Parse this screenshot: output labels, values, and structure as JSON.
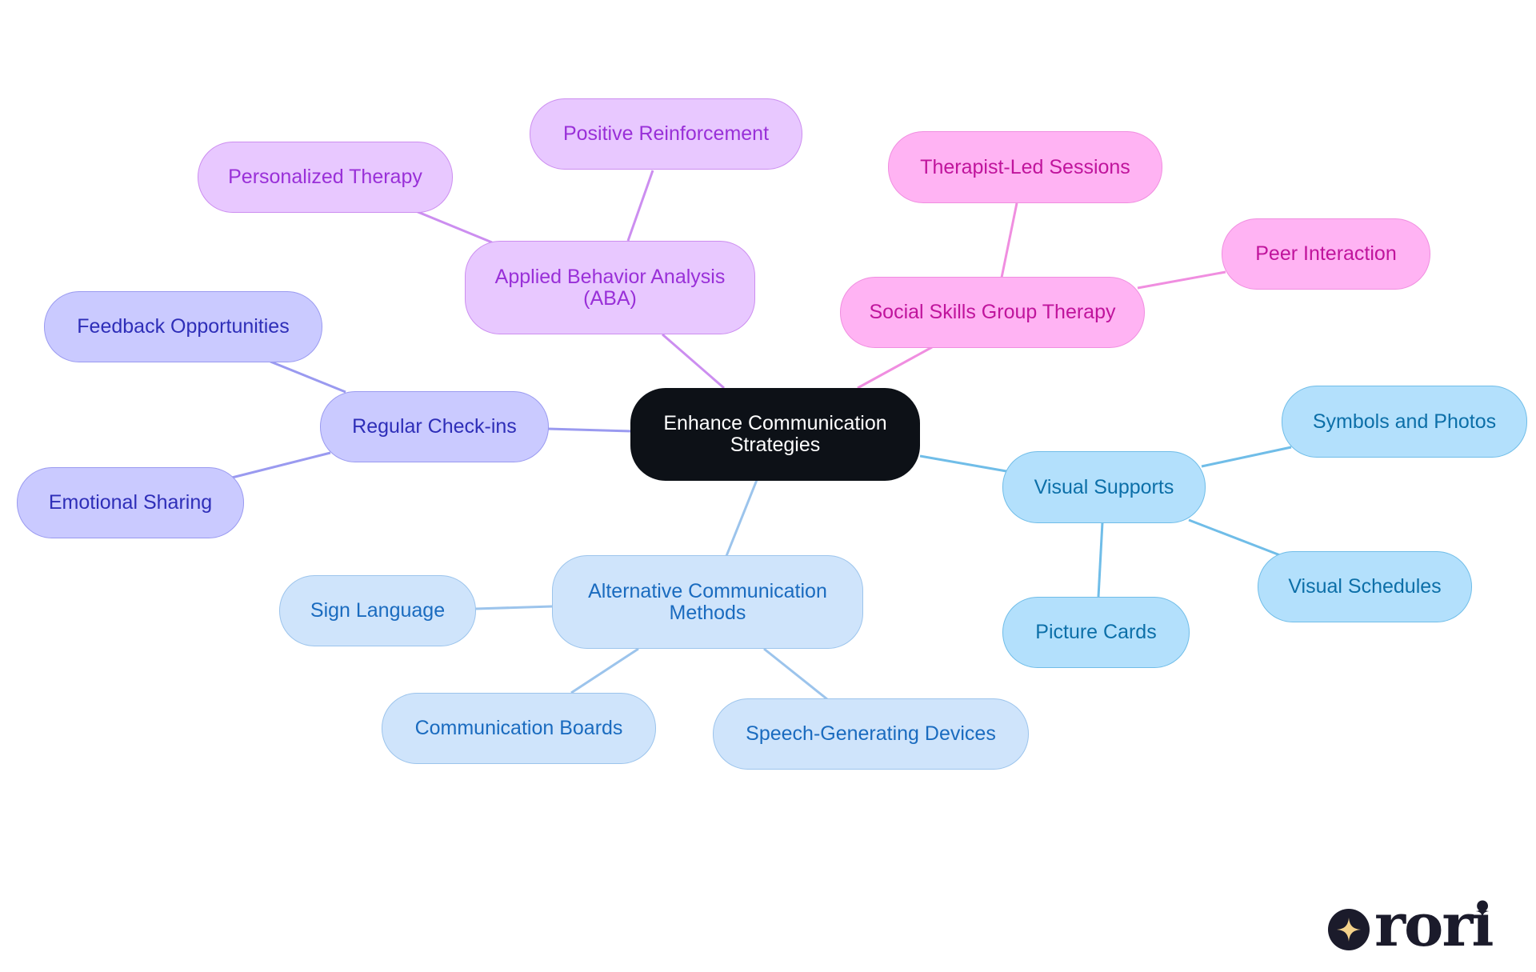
{
  "root": {
    "label": "Enhance Communication\nStrategies"
  },
  "aba": {
    "label": "Applied Behavior Analysis\n(ABA)",
    "children": {
      "personalized": "Personalized Therapy",
      "positive": "Positive Reinforcement"
    }
  },
  "social": {
    "label": "Social Skills Group Therapy",
    "children": {
      "therapist": "Therapist-Led Sessions",
      "peer": "Peer Interaction"
    }
  },
  "visual": {
    "label": "Visual Supports",
    "children": {
      "symbols": "Symbols and Photos",
      "schedules": "Visual Schedules",
      "cards": "Picture Cards"
    }
  },
  "alt": {
    "label": "Alternative Communication\nMethods",
    "children": {
      "sign": "Sign Language",
      "boards": "Communication Boards",
      "sgd": "Speech-Generating Devices"
    }
  },
  "checkins": {
    "label": "Regular Check-ins",
    "children": {
      "feedback": "Feedback Opportunities",
      "emotional": "Emotional Sharing"
    }
  },
  "colors": {
    "aba_edge": "#cc8ef0",
    "social_edge": "#f08ee0",
    "visual_edge": "#70bde8",
    "alt_edge": "#9cc4ec",
    "checkins_edge": "#9a9af0"
  },
  "logo": {
    "text": "rori",
    "icon": "sparkle-icon"
  }
}
